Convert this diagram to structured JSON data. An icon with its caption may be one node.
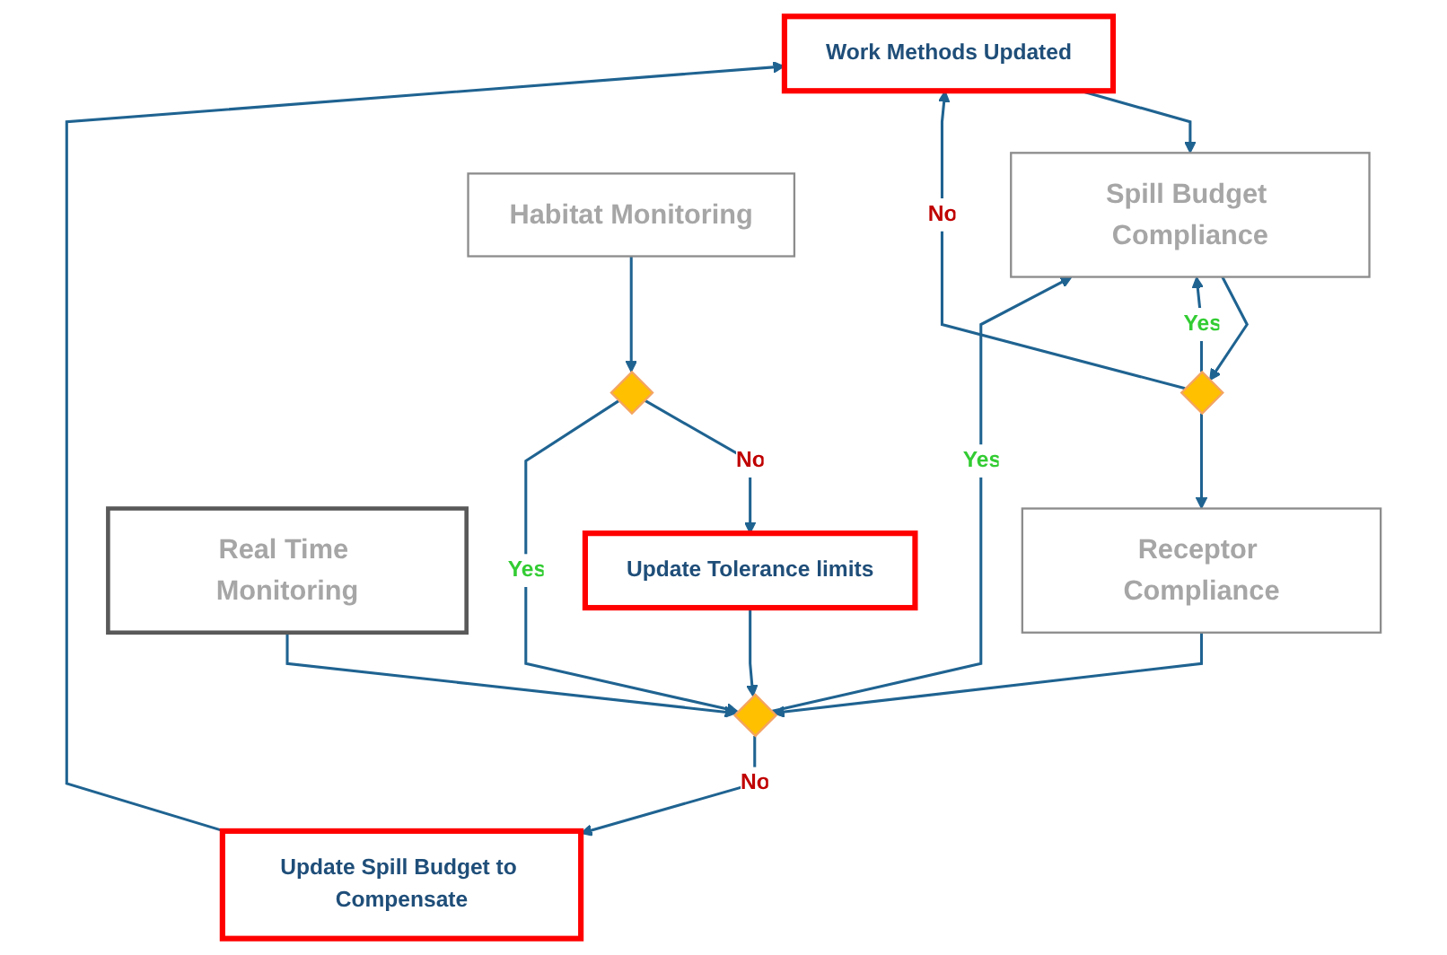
{
  "diagram": {
    "nodes": [
      {
        "text": [
          "Work Methods Updated"
        ]
      },
      {
        "text": [
          "Spill Budget Compliance"
        ]
      },
      {
        "text": [
          "Habitat Monitoring"
        ]
      },
      {
        "text": [],
        "shape": "diamond"
      },
      {
        "text": [],
        "shape": "diamond"
      },
      {
        "text": [
          "Receptor Compliance"
        ]
      },
      {
        "text": [
          "Real Time Monitoring"
        ]
      },
      {
        "text": [
          "Update Spill Budget to Compensate"
        ]
      },
      {
        "text": [
          "Update Tolerance limits"
        ]
      },
      {
        "text": [],
        "shape": "diamond"
      }
    ],
    "edges": [
      {
        "from": 0,
        "to": 1,
        "arrow": "to"
      },
      {
        "from": 1,
        "to": 3,
        "arrow": "to"
      },
      {
        "from": 3,
        "to": 0,
        "arrow": "to",
        "label": "No"
      },
      {
        "from": 3,
        "to": 1,
        "arrow": "to",
        "label": "Yes"
      },
      {
        "from": 3,
        "to": 5,
        "arrow": "to"
      },
      {
        "from": 2,
        "to": 4,
        "arrow": "to"
      },
      {
        "from": 4,
        "to": 8,
        "arrow": "to",
        "label": "No"
      },
      {
        "from": 4,
        "to": 9,
        "arrow": "to",
        "label": "Yes"
      },
      {
        "from": 5,
        "to": 9,
        "arrow": "to"
      },
      {
        "from": 6,
        "to": 9,
        "arrow": "to"
      },
      {
        "from": 8,
        "to": 9,
        "arrow": "to"
      },
      {
        "from": 9,
        "to": 7,
        "arrow": "to",
        "label": "No"
      },
      {
        "from": 7,
        "to": 0,
        "arrow": "to"
      },
      {
        "from": 9,
        "to": 1,
        "arrow": "to",
        "label": "Yes"
      }
    ]
  }
}
